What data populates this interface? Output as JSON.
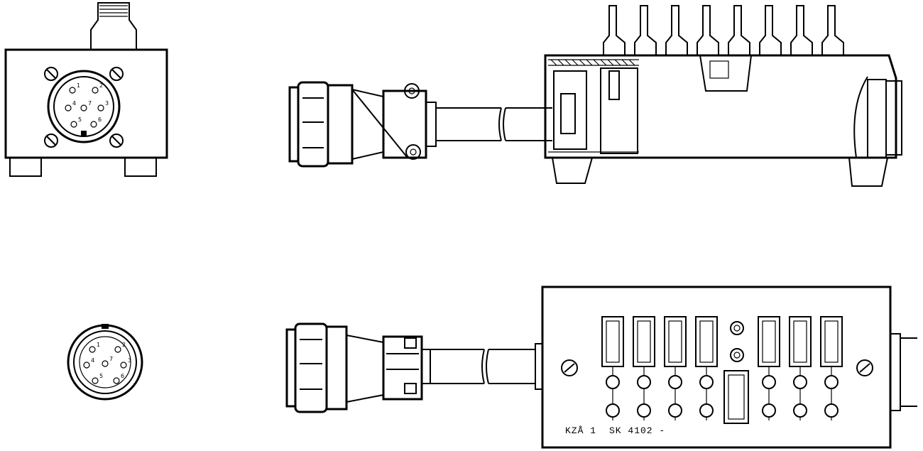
{
  "drawing": {
    "labels": {
      "model_code": "KZÅ 1",
      "part_number": "SK 4102 -"
    },
    "connector_pin_labels": [
      "1",
      "2",
      "3",
      "4",
      "5",
      "6",
      "7"
    ],
    "colors": {
      "ink": "#000000",
      "paper": "#ffffff"
    }
  }
}
